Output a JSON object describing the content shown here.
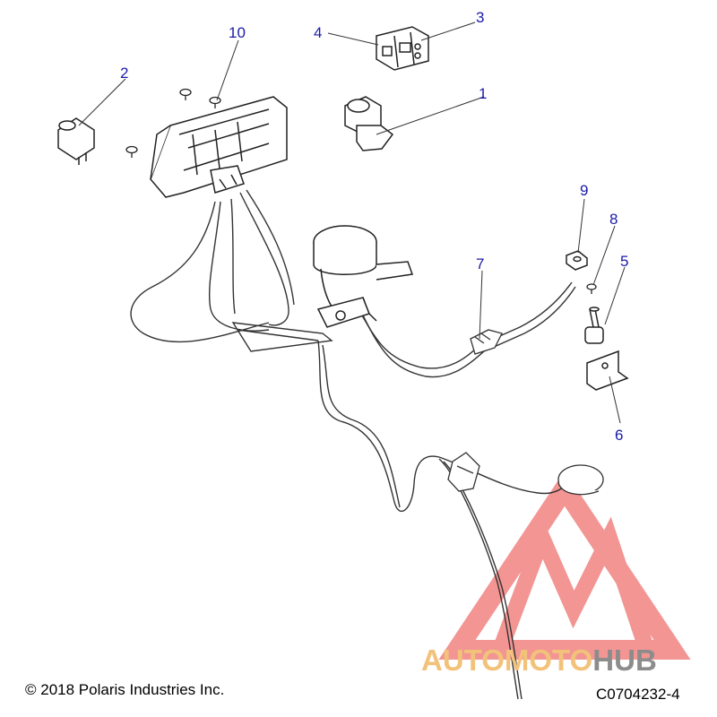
{
  "diagram": {
    "callouts": [
      {
        "id": "1",
        "label": "1"
      },
      {
        "id": "2",
        "label": "2"
      },
      {
        "id": "3",
        "label": "3"
      },
      {
        "id": "4",
        "label": "4"
      },
      {
        "id": "5",
        "label": "5"
      },
      {
        "id": "6",
        "label": "6"
      },
      {
        "id": "7",
        "label": "7"
      },
      {
        "id": "8",
        "label": "8"
      },
      {
        "id": "9",
        "label": "9"
      },
      {
        "id": "10",
        "label": "10"
      }
    ],
    "callout_color": "#1a1aa8",
    "line_color": "#333333"
  },
  "footer": {
    "copyright": "© 2018 Polaris Industries Inc.",
    "drawing_code": "C0704232-4"
  },
  "watermark": {
    "brand_part1": "AUTOMOTO",
    "brand_part2": "HUB",
    "color_primary": "#e8403c",
    "color_text1": "#f3c27a",
    "color_text2": "#8c8c8c"
  }
}
